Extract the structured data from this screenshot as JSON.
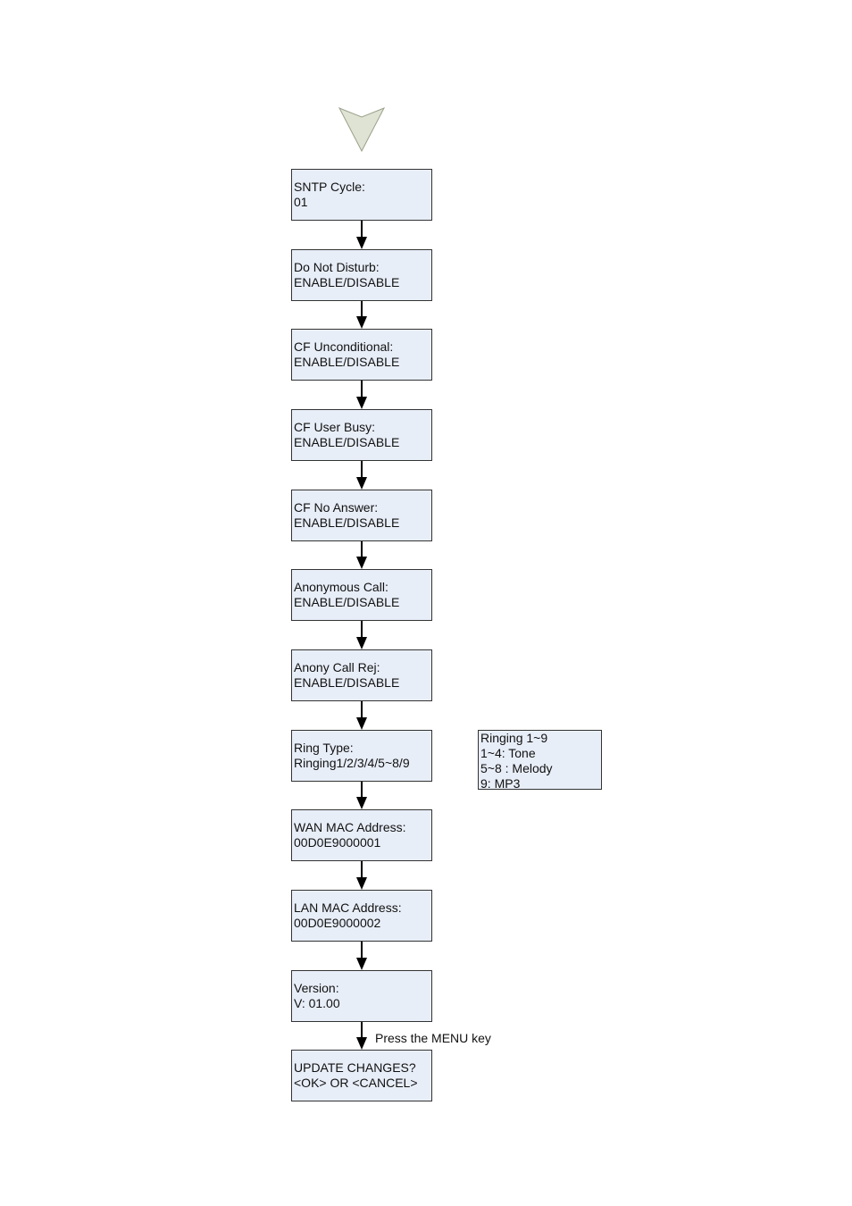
{
  "steps": [
    {
      "label": "SNTP Cycle:",
      "value": "01"
    },
    {
      "label": "Do Not Disturb:",
      "value": "ENABLE/DISABLE"
    },
    {
      "label": "CF Unconditional:",
      "value": "ENABLE/DISABLE"
    },
    {
      "label": "CF User Busy:",
      "value": "ENABLE/DISABLE"
    },
    {
      "label": "CF No Answer:",
      "value": "ENABLE/DISABLE"
    },
    {
      "label": "Anonymous Call:",
      "value": "ENABLE/DISABLE"
    },
    {
      "label": "Anony Call Rej:",
      "value": "ENABLE/DISABLE"
    },
    {
      "label": "Ring Type:",
      "value": "Ringing1/2/3/4/5~8/9"
    },
    {
      "label": "WAN MAC Address:",
      "value": "00D0E9000001"
    },
    {
      "label": "LAN MAC Address:",
      "value": "00D0E9000002"
    },
    {
      "label": "Version:",
      "value": "V: 01.00"
    },
    {
      "label": "UPDATE CHANGES?",
      "value": "<OK> OR <CANCEL>"
    }
  ],
  "ring_note": {
    "lines": [
      "Ringing 1~9",
      "1~4: Tone",
      "5~8 : Melody",
      "9: MP3"
    ]
  },
  "final_edge_label": "Press the MENU key",
  "colors": {
    "box_fill": "#e8eef8",
    "box_border": "#333333",
    "entry_arrow_fill": "#dfe3d3",
    "arrow": "#000000"
  },
  "icons": {
    "entry": "chevron-down-icon"
  }
}
